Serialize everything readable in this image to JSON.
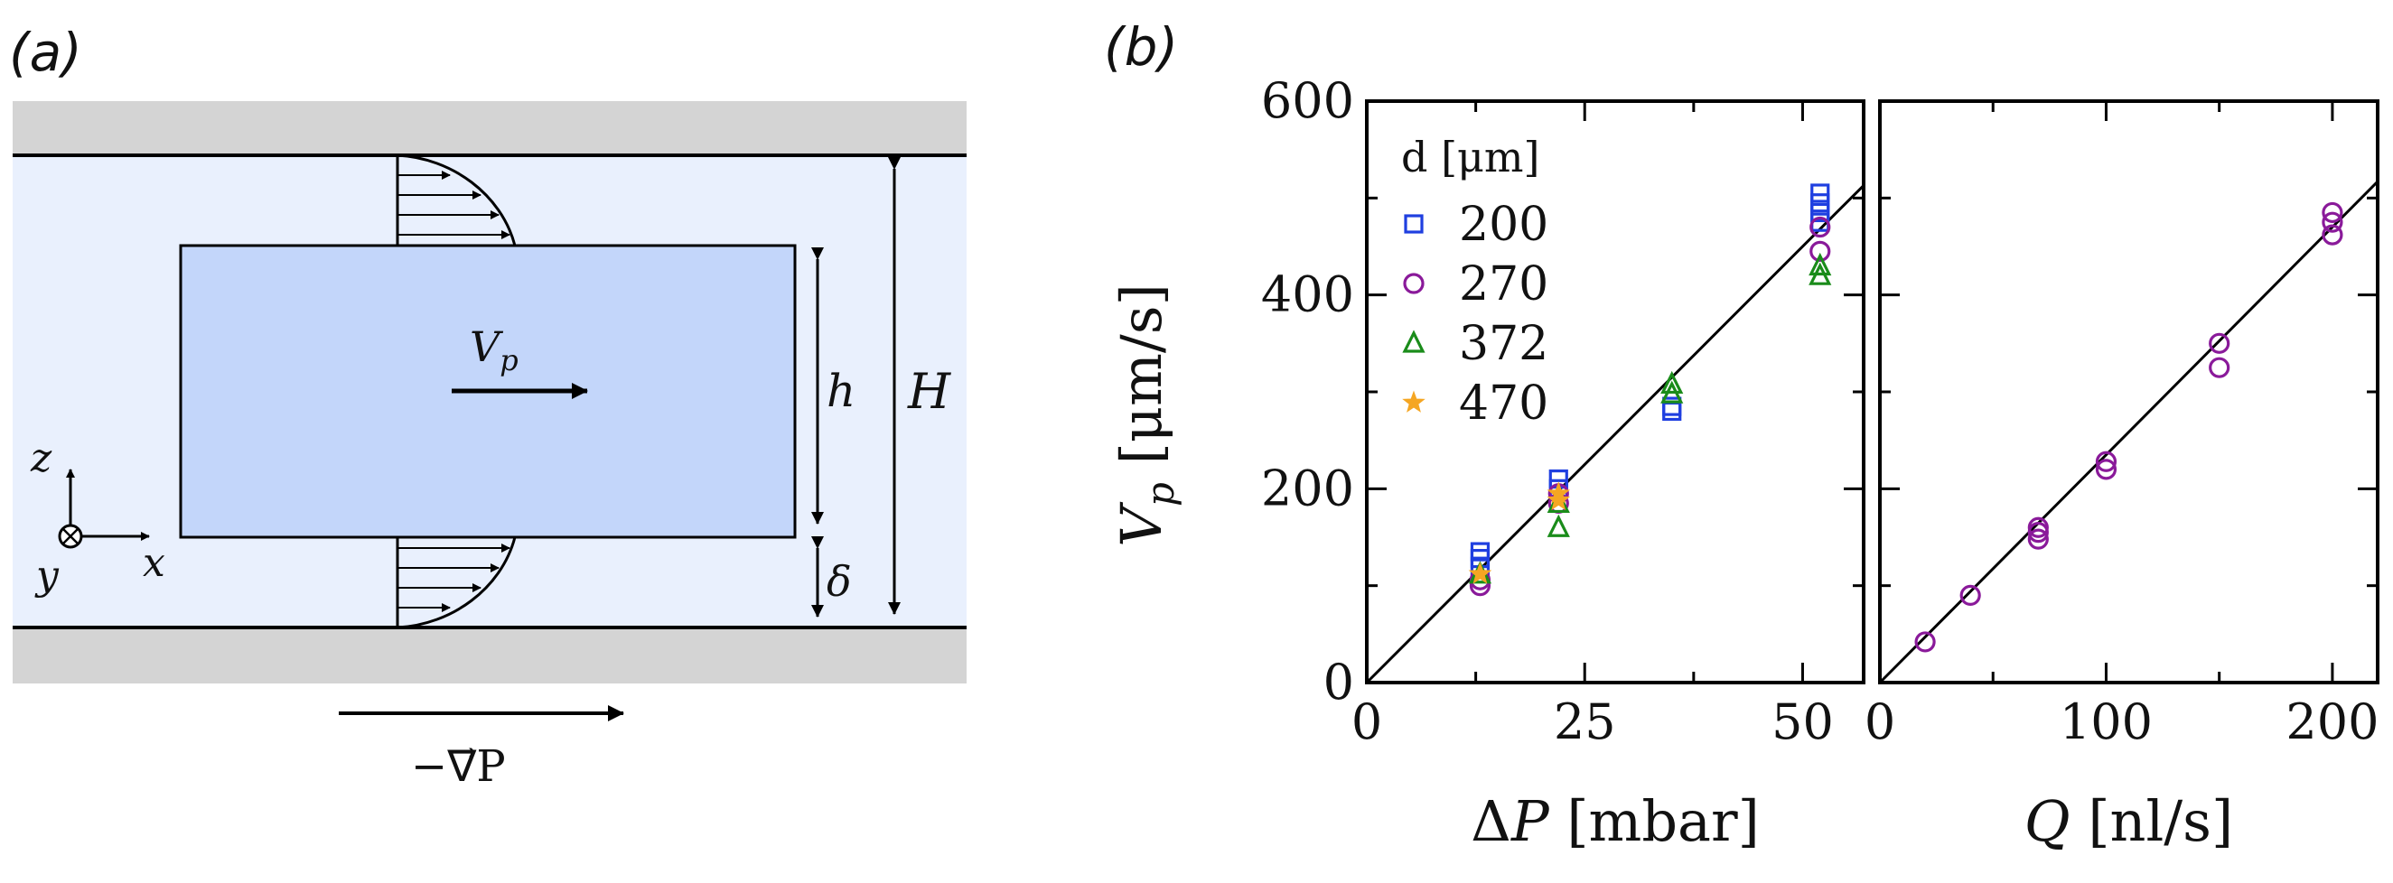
{
  "panel_a": {
    "label": "(a)",
    "velocity_label": "V",
    "velocity_sub": "p",
    "h_label": "h",
    "H_label": "H",
    "delta_label": "δ",
    "axis_x": "x",
    "axis_y": "y",
    "axis_z": "z",
    "pressure_label": "−∇⃗P"
  },
  "panel_b": {
    "label": "(b)",
    "ylabel_main": "V",
    "ylabel_sub": "p",
    "ylabel_units": " [μm/s]",
    "legend_title": "d [μm]"
  },
  "chart_data": [
    {
      "type": "scatter",
      "xlabel": "ΔP [mbar]",
      "ylabel": "V_p [μm/s]",
      "xlim": [
        0,
        57
      ],
      "ylim": [
        0,
        600
      ],
      "xticks": [
        "0",
        "25",
        "50"
      ],
      "yticks": [
        "0",
        "200",
        "400",
        "600"
      ],
      "legend": {
        "title": "d [μm]",
        "position": "top-left"
      },
      "fit_line": {
        "slope": 9.0,
        "intercept": 0
      },
      "series": [
        {
          "name": "200",
          "marker": "square",
          "color": "#1f3fe0",
          "points": [
            [
              13,
              135
            ],
            [
              13,
              128
            ],
            [
              13,
              120
            ],
            [
              22,
              210
            ],
            [
              22,
              200
            ],
            [
              35,
              280
            ],
            [
              35,
              285
            ],
            [
              52,
              505
            ],
            [
              52,
              495
            ],
            [
              52,
              485
            ],
            [
              52,
              475
            ]
          ]
        },
        {
          "name": "270",
          "marker": "circle",
          "color": "#8a1a9a",
          "points": [
            [
              13,
              100
            ],
            [
              13,
              106
            ],
            [
              22,
              185
            ],
            [
              22,
              195
            ],
            [
              52,
              470
            ],
            [
              52,
              445
            ]
          ]
        },
        {
          "name": "372",
          "marker": "triangle",
          "color": "#1a8c1a",
          "points": [
            [
              13,
              112
            ],
            [
              22,
              160
            ],
            [
              22,
              185
            ],
            [
              35,
              308
            ],
            [
              35,
              298
            ],
            [
              52,
              430
            ],
            [
              52,
              420
            ]
          ]
        },
        {
          "name": "470",
          "marker": "star",
          "color": "#f5a623",
          "points": [
            [
              13,
              112
            ],
            [
              22,
              195
            ],
            [
              22,
              188
            ]
          ]
        }
      ]
    },
    {
      "type": "scatter",
      "xlabel": "Q [nl/s]",
      "ylabel": "",
      "xlim": [
        0,
        220
      ],
      "ylim": [
        0,
        600
      ],
      "xticks": [
        "0",
        "100",
        "200"
      ],
      "fit_line": {
        "slope": 2.35,
        "intercept": 0
      },
      "series": [
        {
          "name": "270",
          "marker": "circle",
          "color": "#8a1a9a",
          "points": [
            [
              20,
              42
            ],
            [
              40,
              90
            ],
            [
              70,
              160
            ],
            [
              70,
              155
            ],
            [
              70,
              148
            ],
            [
              100,
              228
            ],
            [
              100,
              220
            ],
            [
              150,
              350
            ],
            [
              150,
              325
            ],
            [
              200,
              485
            ],
            [
              200,
              475
            ],
            [
              200,
              462
            ]
          ]
        }
      ]
    }
  ]
}
